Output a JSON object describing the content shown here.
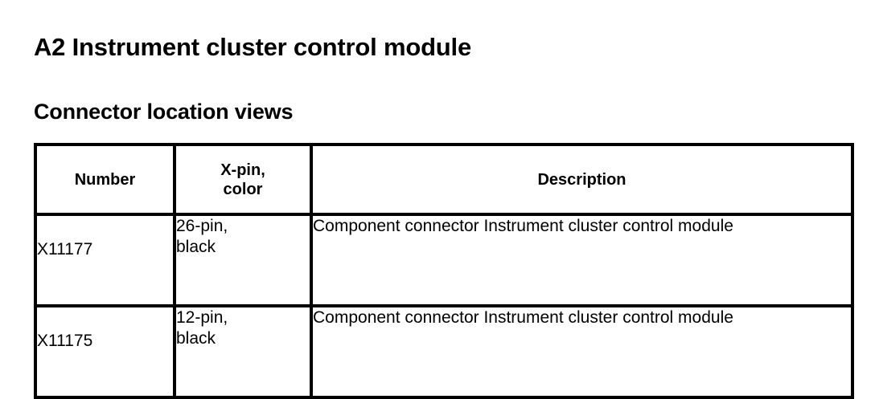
{
  "document": {
    "title": "A2 Instrument cluster control module",
    "subtitle": "Connector location views"
  },
  "table": {
    "columns": [
      {
        "id": "number",
        "header": "Number"
      },
      {
        "id": "xpin_color",
        "header_line1": "X-pin,",
        "header_line2": "color"
      },
      {
        "id": "description",
        "header": "Description"
      }
    ],
    "rows": [
      {
        "number": "X11177",
        "xpin_line1": "26-pin,",
        "xpin_line2": "black",
        "description": "Component connector Instrument cluster control module"
      },
      {
        "number": "X11175",
        "xpin_line1": "12-pin,",
        "xpin_line2": "black",
        "description": "Component connector Instrument cluster control module"
      }
    ]
  },
  "colors": {
    "background": "#ffffff",
    "text": "#000000",
    "border": "#000000"
  }
}
